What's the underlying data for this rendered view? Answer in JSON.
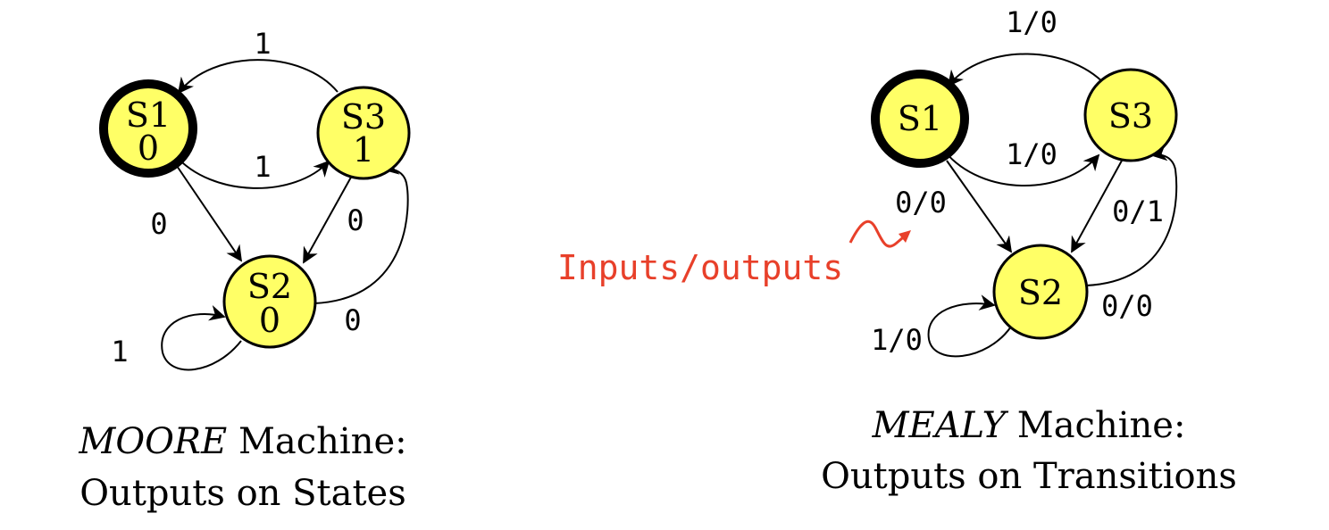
{
  "moore": {
    "states": {
      "s1": {
        "name": "S1",
        "output": "0"
      },
      "s2": {
        "name": "S2",
        "output": "0"
      },
      "s3": {
        "name": "S3",
        "output": "1"
      }
    },
    "transitions": {
      "s3_s1": "1",
      "s1_s3": "1",
      "s1_s2": "0",
      "s3_s2": "0",
      "s2_s3": "0",
      "s2_s2": "1"
    },
    "caption": {
      "machine_name": "MOORE",
      "machine_suffix": " Machine:",
      "subtitle": "Outputs on States"
    }
  },
  "mealy": {
    "states": {
      "s1": {
        "name": "S1"
      },
      "s2": {
        "name": "S2"
      },
      "s3": {
        "name": "S3"
      }
    },
    "transitions": {
      "s3_s1": "1/0",
      "s1_s3": "1/0",
      "s1_s2": "0/0",
      "s3_s2": "0/1",
      "s2_s3": "0/0",
      "s2_s2": "1/0"
    },
    "caption": {
      "machine_name": "MEALY",
      "machine_suffix": " Machine:",
      "subtitle": "Outputs on Transitions"
    }
  },
  "annotation": {
    "text": "Inputs/outputs",
    "color": "#e8402a"
  },
  "colors": {
    "state_fill": "#ffff66",
    "stroke": "#000000"
  }
}
